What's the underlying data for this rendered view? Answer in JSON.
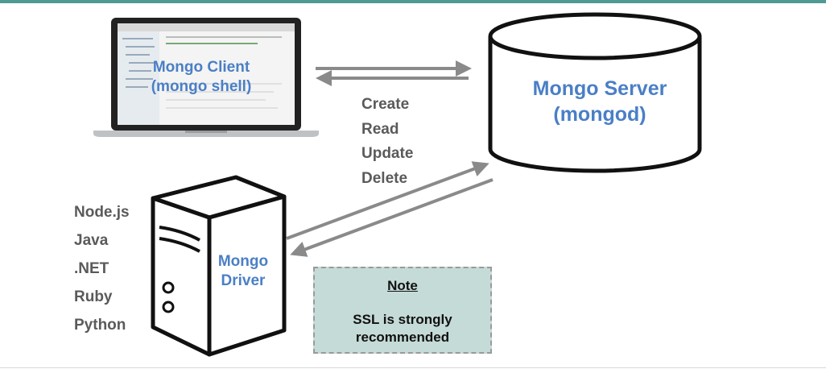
{
  "client": {
    "line1": "Mongo Client",
    "line2": "(mongo shell)"
  },
  "server": {
    "line1": "Mongo Server",
    "line2": "(mongod)"
  },
  "driver": {
    "line1": "Mongo",
    "line2": "Driver"
  },
  "crud_operations": [
    "Create",
    "Read",
    "Update",
    "Delete"
  ],
  "driver_languages": [
    "Node.js",
    "Java",
    ".NET",
    "Ruby",
    "Python"
  ],
  "note": {
    "title": "Note",
    "text": "SSL is strongly\nrecommended"
  },
  "colors": {
    "accent_bar": "#4f9a94",
    "label_blue": "#4a7fc6",
    "note_fill": "#c5dbd7",
    "text_gray": "#5a5a5a"
  },
  "icons": [
    "laptop-icon",
    "database-cylinder-icon",
    "server-tower-icon",
    "arrow-icon"
  ]
}
